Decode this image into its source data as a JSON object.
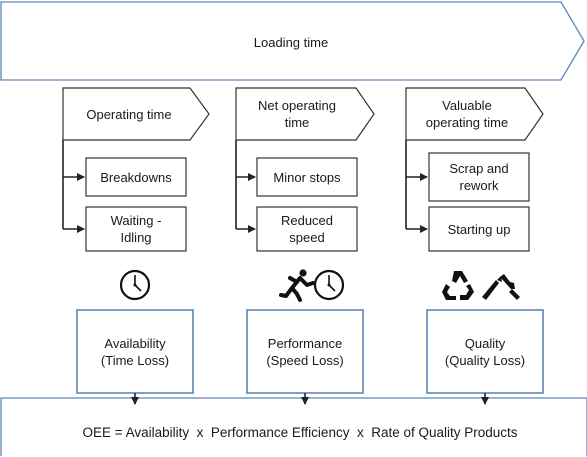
{
  "loading_time": "Loading time",
  "columns": [
    {
      "header": "Operating time",
      "losses": [
        "Breakdowns",
        "Waiting -\nIdling"
      ],
      "metric": "Availability\n(Time Loss)",
      "icons": [
        "clock-icon"
      ]
    },
    {
      "header": "Net operating\ntime",
      "losses": [
        "Minor stops",
        "Reduced\nspeed"
      ],
      "metric": "Performance\n(Speed Loss)",
      "icons": [
        "runner-icon",
        "clock-icon"
      ]
    },
    {
      "header": "Valuable\noperating time",
      "losses": [
        "Scrap and\nrework",
        "Starting up"
      ],
      "metric": "Quality\n(Quality Loss)",
      "icons": [
        "recycle-icon",
        "broken-part-icon"
      ]
    }
  ],
  "oee_formula": "OEE = Availability  x  Performance Efficiency  x  Rate of Quality Products",
  "colors": {
    "border": "#5f86b5",
    "line": "#222222"
  }
}
